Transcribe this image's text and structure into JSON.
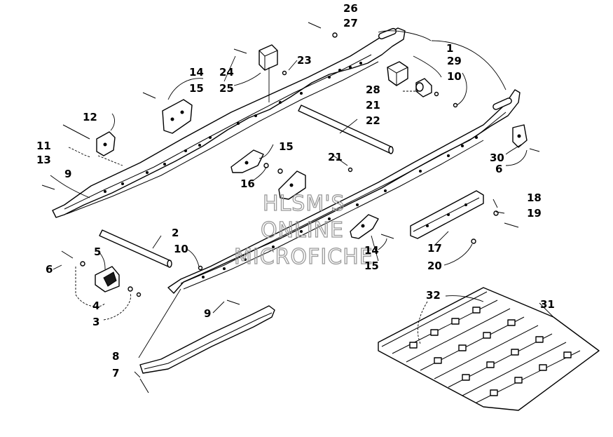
{
  "watermark": {
    "line1": "HLSM'S",
    "line2": "ONLINE",
    "line3": "MICROFICHE"
  },
  "callouts": {
    "c1": "1",
    "c2": "2",
    "c3": "3",
    "c4": "4",
    "c5": "5",
    "c6a": "6",
    "c6b": "6",
    "c7": "7",
    "c8": "8",
    "c9a": "9",
    "c9b": "9",
    "c10a": "10",
    "c10b": "10",
    "c11": "11",
    "c12": "12",
    "c13": "13",
    "c14a": "14",
    "c14b": "14",
    "c15a": "15",
    "c15b": "15",
    "c15c": "15",
    "c16": "16",
    "c17": "17",
    "c18": "18",
    "c19": "19",
    "c20": "20",
    "c21a": "21",
    "c21b": "21",
    "c22": "22",
    "c23": "23",
    "c24": "24",
    "c25": "25",
    "c26": "26",
    "c27": "27",
    "c28": "28",
    "c29": "29",
    "c30": "30",
    "c31": "31",
    "c32": "32"
  }
}
